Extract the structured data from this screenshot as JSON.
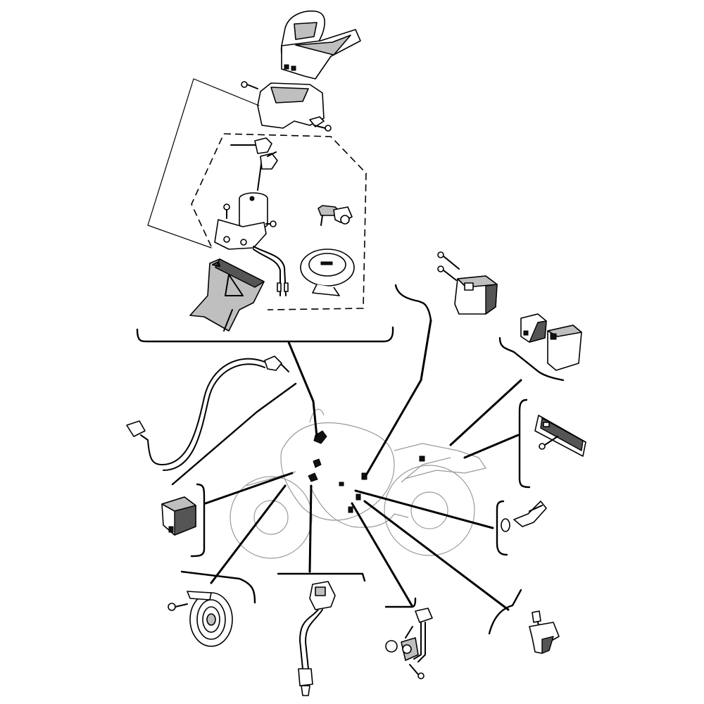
{
  "diagram": {
    "type": "exploded-parts-view",
    "text_labels": [],
    "line_color": "#000000",
    "background": "#ffffff",
    "components": [
      "handlebar-upper-cover",
      "steering-cover",
      "main-switch-keys",
      "main-switch",
      "main-switch-bracket",
      "seat-lock",
      "fuel-tank-cap",
      "relay",
      "relay-pair",
      "resistor-plate",
      "temperature-sensor",
      "neutral-switch-cable",
      "small-relay",
      "horn",
      "oxygen-sensor",
      "crank-position-sensor",
      "speed-sensor"
    ]
  }
}
